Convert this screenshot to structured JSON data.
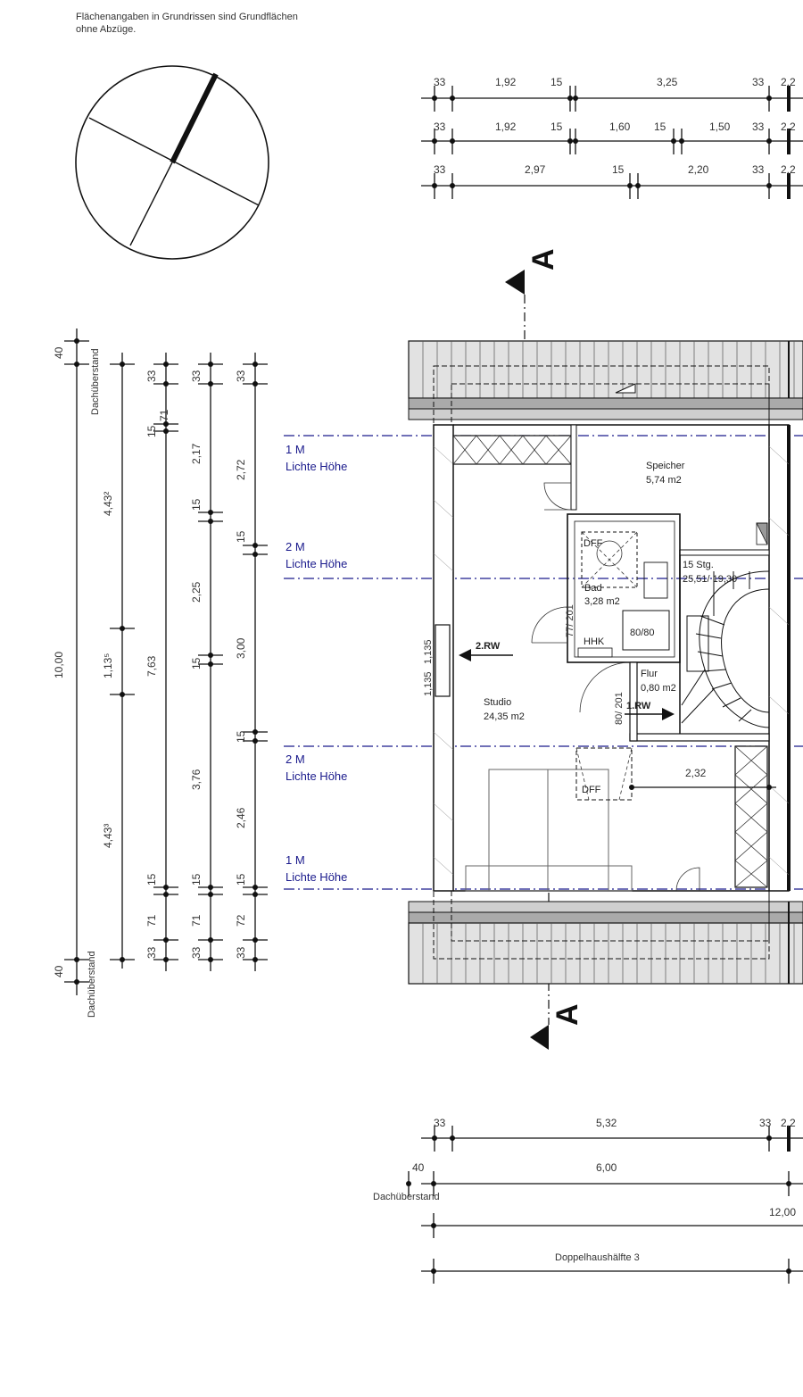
{
  "note": {
    "line1": "Flächenangaben in Grundrissen sind Grundflächen",
    "line2": "ohne Abzüge."
  },
  "section_marker": "A",
  "top_dims": {
    "row1": [
      "33",
      "1,92",
      "15",
      "3,25",
      "33",
      "2,2"
    ],
    "row2": [
      "33",
      "1,92",
      "15",
      "1,60",
      "15",
      "1,50",
      "33",
      "2,2"
    ],
    "row3": [
      "33",
      "2,97",
      "15",
      "2,20",
      "33",
      "2,2"
    ]
  },
  "left_dims": {
    "col1": [
      "40",
      "Dachüberstand",
      "10,00",
      "40",
      "Dachüberstand"
    ],
    "col2": [
      "4,43²",
      "1,13⁵",
      "4,43³"
    ],
    "col3": [
      "33",
      "15",
      "71",
      "7,63",
      "15",
      "71",
      "33"
    ],
    "col4": [
      "33",
      "2,17",
      "15",
      "2,25",
      "15",
      "3,76",
      "15",
      "71",
      "33"
    ],
    "col5": [
      "33",
      "2,72",
      "15",
      "3,00",
      "15",
      "2,46",
      "15",
      "72",
      "33"
    ]
  },
  "height_lines": [
    {
      "value": "1 M",
      "label": "Lichte Höhe"
    },
    {
      "value": "2 M",
      "label": "Lichte Höhe"
    },
    {
      "value": "2 M",
      "label": "Lichte Höhe"
    },
    {
      "value": "1 M",
      "label": "Lichte Höhe"
    }
  ],
  "rooms": {
    "speicher": {
      "name": "Speicher",
      "area": "5,74 m2"
    },
    "bad": {
      "name": "Bad",
      "area": "3,28 m2"
    },
    "studio": {
      "name": "Studio",
      "area": "24,35 m2"
    },
    "flur": {
      "name": "Flur",
      "area": "0,80 m2"
    }
  },
  "labels": {
    "dff1": "DFF",
    "dff2": "DFF",
    "hhk": "HHK",
    "shower": "80/80",
    "stairs1": "15 Stg.",
    "stairs2": "25,51/ 19,30",
    "rw2": "2.RW",
    "rw1": "1.RW",
    "door1": "77/ 201",
    "door2": "80/ 201",
    "win1": "1,135",
    "win2": "1,135",
    "dim232": "2,32"
  },
  "bottom_dims": {
    "row1": [
      "33",
      "5,32",
      "33",
      "2,2"
    ],
    "row2": [
      "40",
      "6,00"
    ],
    "row2_label": "Dachüberstand",
    "row3": "12,00",
    "row4": "Doppelhaushälfte 3"
  }
}
